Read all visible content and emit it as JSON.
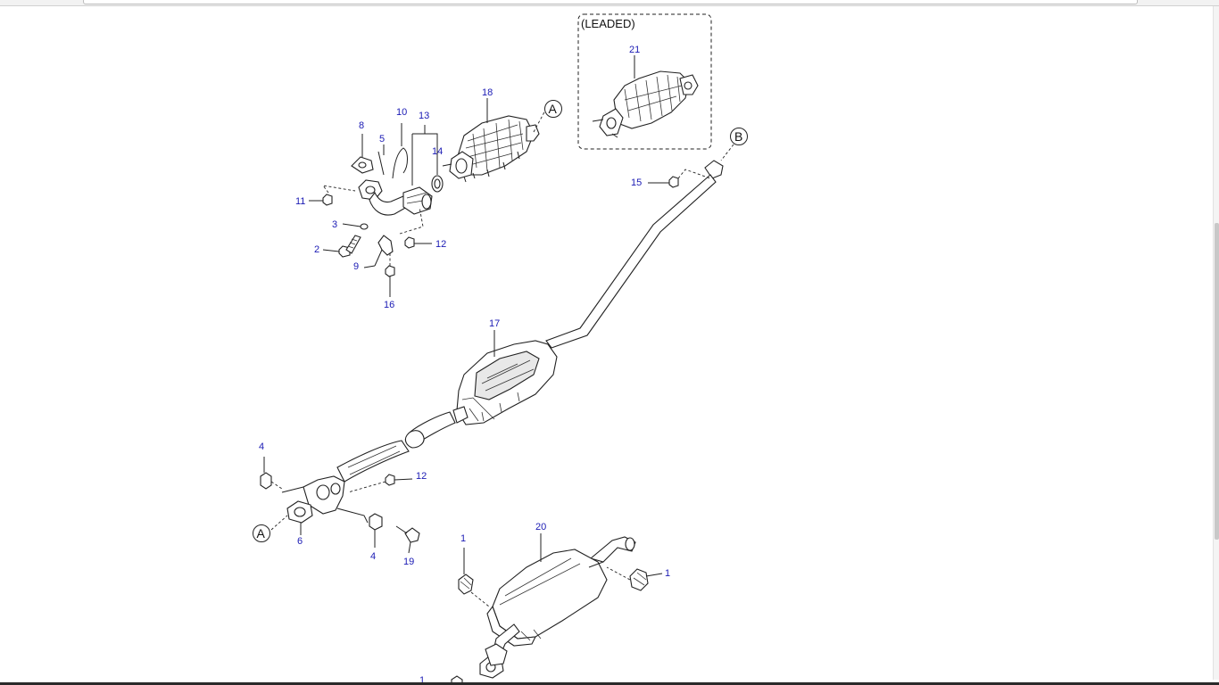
{
  "variant_box": {
    "label": "(LEADED)"
  },
  "reference_letters": [
    "A",
    "B",
    "A"
  ],
  "callouts": {
    "c8": "8",
    "c10": "10",
    "c13": "13",
    "c18": "18",
    "c5": "5",
    "c14": "14",
    "c11": "11",
    "c3": "3",
    "c2": "2",
    "c9": "9",
    "c12a": "12",
    "c16": "16",
    "c21": "21",
    "c15": "15",
    "c17": "17",
    "c4a": "4",
    "c12b": "12",
    "c6": "6",
    "c4b": "4",
    "c19": "19",
    "c1a": "1",
    "c20": "20",
    "c1b": "1",
    "c1c": "1"
  }
}
